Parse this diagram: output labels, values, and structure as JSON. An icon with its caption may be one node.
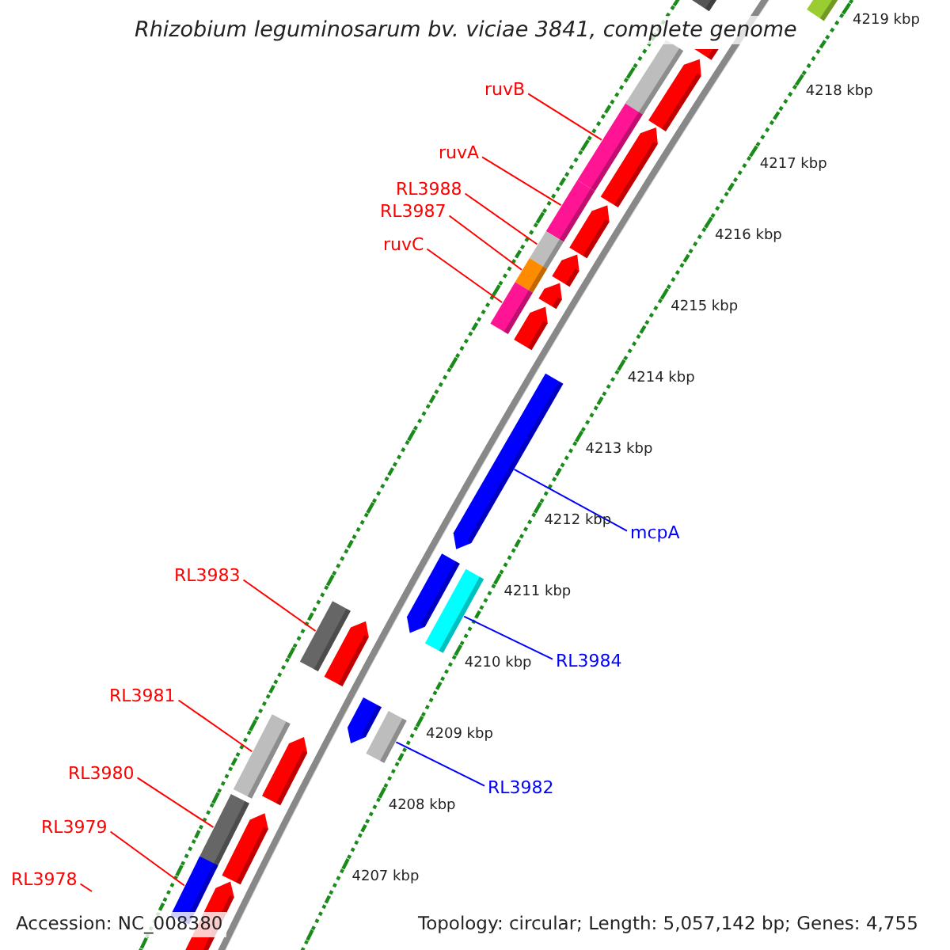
{
  "diagram": {
    "title": "Rhizobium leguminosarum bv. viciae 3841, complete genome",
    "nodes": [
      {
        "text": [
          "ruvB"
        ]
      },
      {
        "text": [
          "ruvA"
        ]
      },
      {
        "text": [
          "RL3988"
        ]
      },
      {
        "text": [
          "RL3987"
        ]
      },
      {
        "text": [
          "ruvC"
        ]
      },
      {
        "text": [
          "RL3983"
        ]
      },
      {
        "text": [
          "RL3981"
        ]
      },
      {
        "text": [
          "RL3980"
        ]
      },
      {
        "text": [
          "RL3979"
        ]
      },
      {
        "text": [
          "RL3978"
        ]
      },
      {
        "text": [
          "mcpA"
        ]
      },
      {
        "text": [
          "RL3984"
        ]
      },
      {
        "text": [
          "RL3982"
        ]
      },
      {
        "text": [],
        "shape": "bar"
      },
      {
        "text": [],
        "shape": "bar"
      },
      {
        "text": [],
        "shape": "bar"
      },
      {
        "text": [],
        "shape": "bar"
      },
      {
        "text": [],
        "shape": "bar"
      },
      {
        "text": [],
        "shape": "bar"
      },
      {
        "text": [],
        "shape": "bar"
      },
      {
        "text": [],
        "shape": "bar"
      },
      {
        "text": [],
        "shape": "bar"
      },
      {
        "text": [],
        "shape": "arrow"
      },
      {
        "text": [],
        "shape": "bar"
      },
      {
        "text": [],
        "shape": "bar"
      },
      {
        "text": [],
        "shape": "bar"
      },
      {
        "text": [],
        "shape": "bar"
      },
      {
        "text": [],
        "shape": "arrow"
      },
      {
        "text": [],
        "shape": "arrow"
      },
      {
        "text": [],
        "shape": "arrow"
      },
      {
        "text": [],
        "shape": "arrow"
      },
      {
        "text": [],
        "shape": "arrow"
      },
      {
        "text": [],
        "shape": "arrow"
      },
      {
        "text": [],
        "shape": "arrow"
      },
      {
        "text": [],
        "shape": "arrow"
      },
      {
        "text": [],
        "shape": "arrow"
      },
      {
        "text": [],
        "shape": "arrow"
      },
      {
        "text": [],
        "shape": "arrow"
      },
      {
        "text": [],
        "shape": "arrow"
      },
      {
        "text": [],
        "shape": "arrow"
      },
      {
        "text": [],
        "shape": "bar"
      }
    ],
    "edges": [
      {
        "from": 0,
        "to": 13,
        "arrow": "none"
      },
      {
        "from": 1,
        "to": 14,
        "arrow": "none"
      },
      {
        "from": 2,
        "to": 15,
        "arrow": "none"
      },
      {
        "from": 3,
        "to": 16,
        "arrow": "none"
      },
      {
        "from": 4,
        "to": 17,
        "arrow": "none"
      },
      {
        "from": 5,
        "to": 18,
        "arrow": "none"
      },
      {
        "from": 6,
        "to": 19,
        "arrow": "none"
      },
      {
        "from": 7,
        "to": 20,
        "arrow": "none"
      },
      {
        "from": 8,
        "to": 21,
        "arrow": "none"
      },
      {
        "from": 9,
        "to": null,
        "arrow": "none"
      },
      {
        "from": 10,
        "to": 22,
        "arrow": "none",
        "color": "#0000ff"
      },
      {
        "from": 11,
        "to": 23,
        "arrow": "none",
        "color": "#0000ff"
      },
      {
        "from": 12,
        "to": 24,
        "arrow": "none",
        "color": "#0000ff"
      }
    ],
    "labels": [
      "4219 kbp",
      "4218 kbp",
      "4217 kbp",
      "4216 kbp",
      "4215 kbp",
      "4214 kbp",
      "4213 kbp",
      "4212 kbp",
      "4211 kbp",
      "4210 kbp",
      "4209 kbp",
      "4208 kbp",
      "4207 kbp",
      "Accession: NC_008380",
      "Topology: circular; Length: 5,057,142 bp; Genes: 4,755"
    ]
  }
}
